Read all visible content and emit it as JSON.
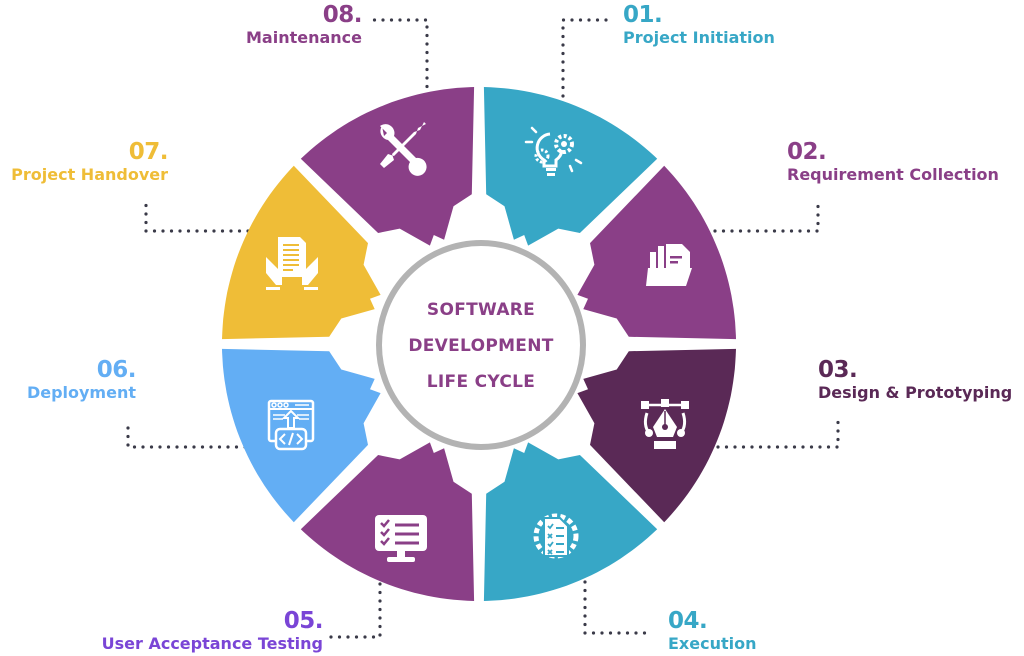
{
  "center": {
    "lines": [
      "SOFTWARE",
      "DEVELOPMENT",
      "LIFE CYCLE"
    ],
    "color": "#8a3f87",
    "ring_color": "#b3b3b3"
  },
  "connector_color": "#3a3a48",
  "phases": [
    {
      "number": "01.",
      "name": "Project Initiation",
      "color": "#37a7c6",
      "icon": "lightbulb-gears-icon"
    },
    {
      "number": "02.",
      "name": "Requirement Collection",
      "color": "#8a3f87",
      "icon": "folder-documents-icon"
    },
    {
      "number": "03.",
      "name": "Design & Prototyping",
      "color": "#5a2956",
      "icon": "pen-tool-vector-icon"
    },
    {
      "number": "04.",
      "name": "Execution",
      "color": "#37a7c6",
      "icon": "checklist-gear-icon"
    },
    {
      "number": "05.",
      "name": "User Acceptance Testing",
      "color": "#8a3f87",
      "label_color": "#7a45d6",
      "icon": "monitor-checklist-icon"
    },
    {
      "number": "06.",
      "name": "Deployment",
      "color": "#63aef4",
      "icon": "browser-code-upload-icon"
    },
    {
      "number": "07.",
      "name": "Project Handover",
      "color": "#efbd37",
      "icon": "hands-document-icon"
    },
    {
      "number": "08.",
      "name": "Maintenance",
      "color": "#8a3f87",
      "icon": "wrench-screwdriver-icon"
    }
  ]
}
